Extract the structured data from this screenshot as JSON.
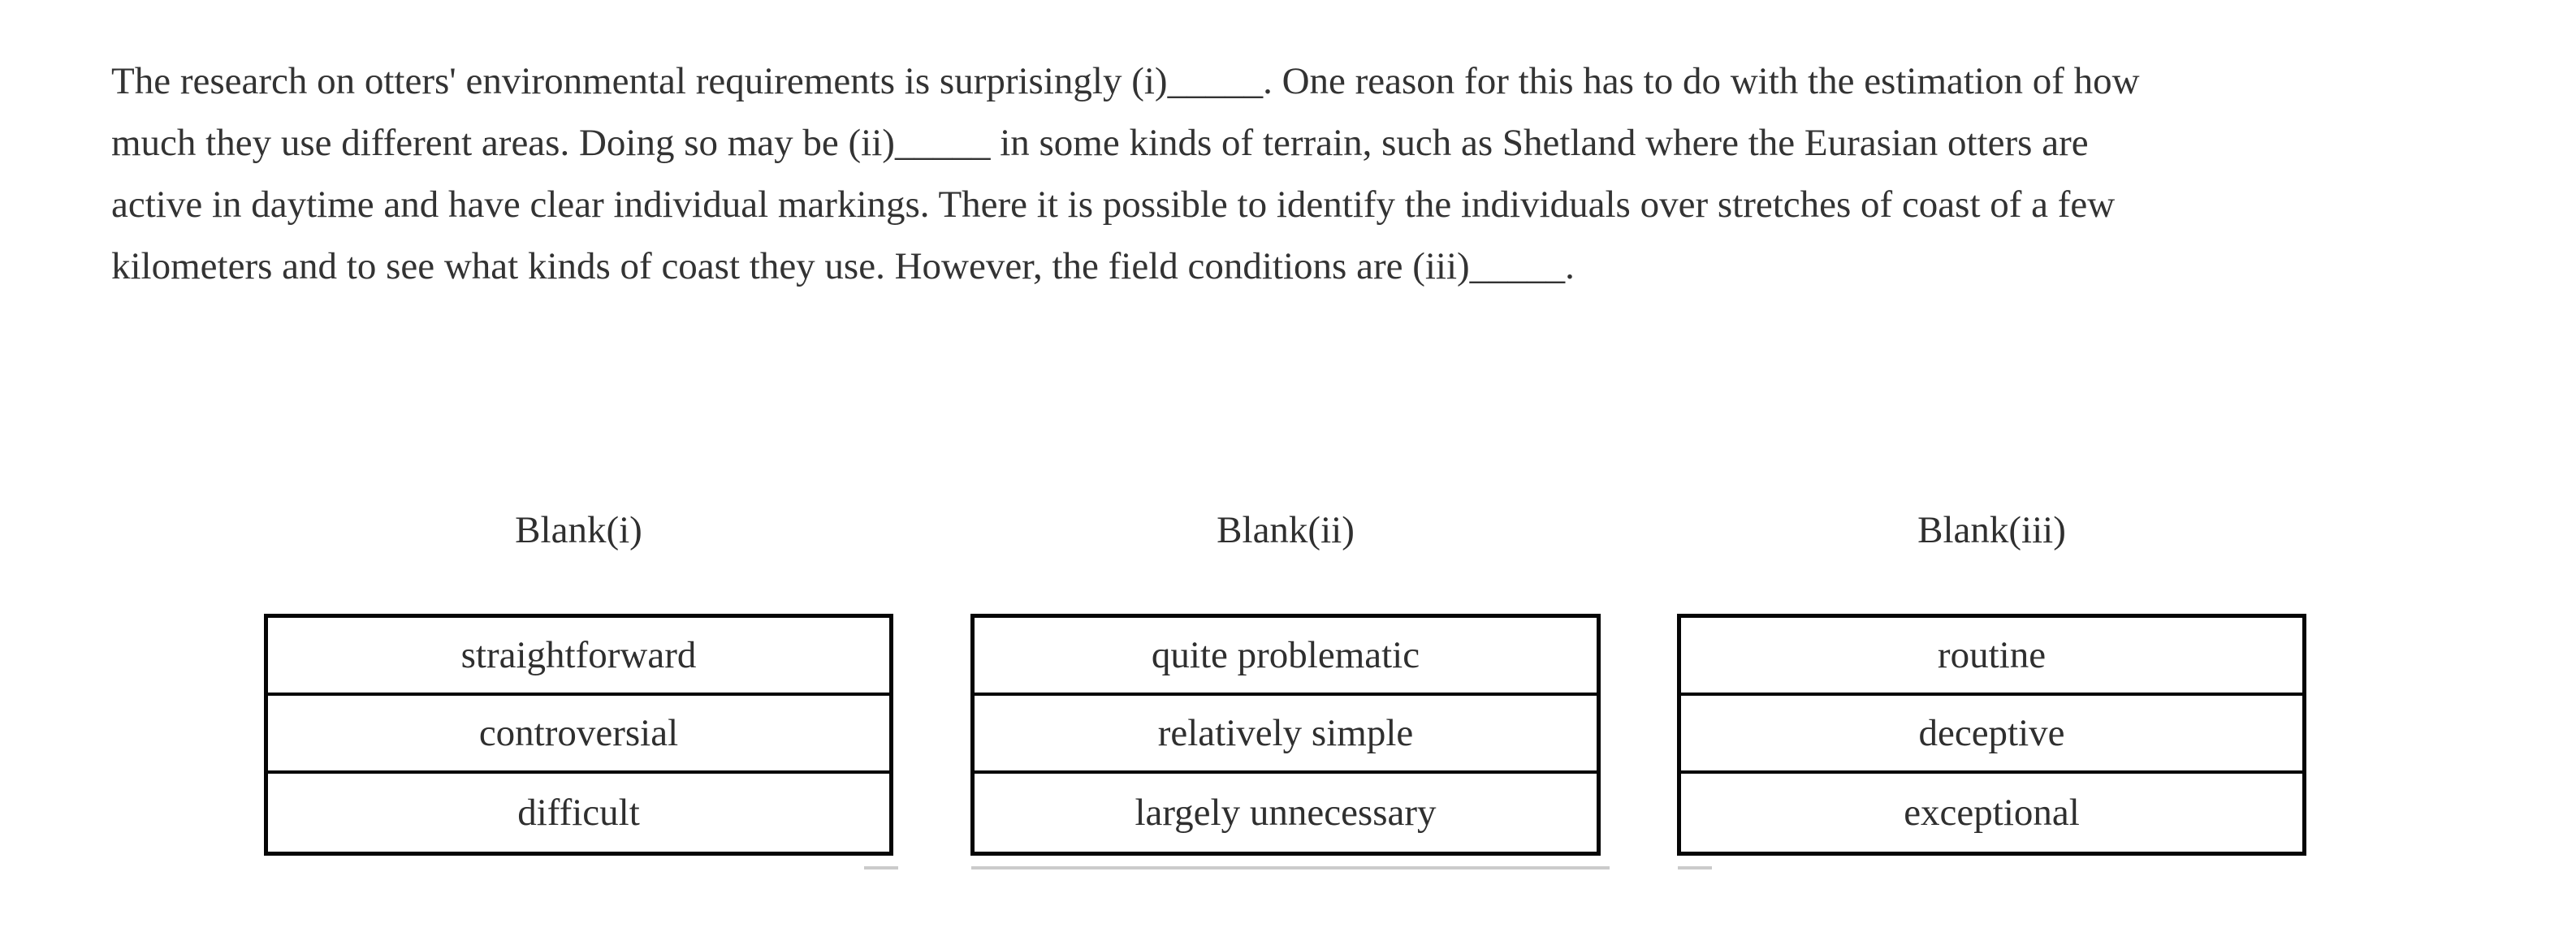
{
  "passage": {
    "lines": [
      "The research on otters' environmental requirements is surprisingly (i)_____. One reason for this has to do with the estimation of how",
      "much they use different areas. Doing so may be (ii)_____ in some kinds of terrain, such as Shetland where the Eurasian otters are",
      "active in daytime and have clear individual markings. There it is possible to identify the individuals over stretches of coast of a few",
      "kilometers and to see what kinds of coast they use. However, the field conditions are (iii)_____."
    ]
  },
  "columns": [
    {
      "label": "Blank(i)",
      "options": [
        "straightforward",
        "controversial",
        "difficult"
      ]
    },
    {
      "label": "Blank(ii)",
      "options": [
        "quite problematic",
        "relatively simple",
        "largely unnecessary"
      ]
    },
    {
      "label": "Blank(iii)",
      "options": [
        "routine",
        "deceptive",
        "exceptional"
      ]
    }
  ],
  "colors": {
    "background": "#ffffff",
    "text": "#333333",
    "table_border": "#050505",
    "shadow": "#cbcbcb"
  }
}
